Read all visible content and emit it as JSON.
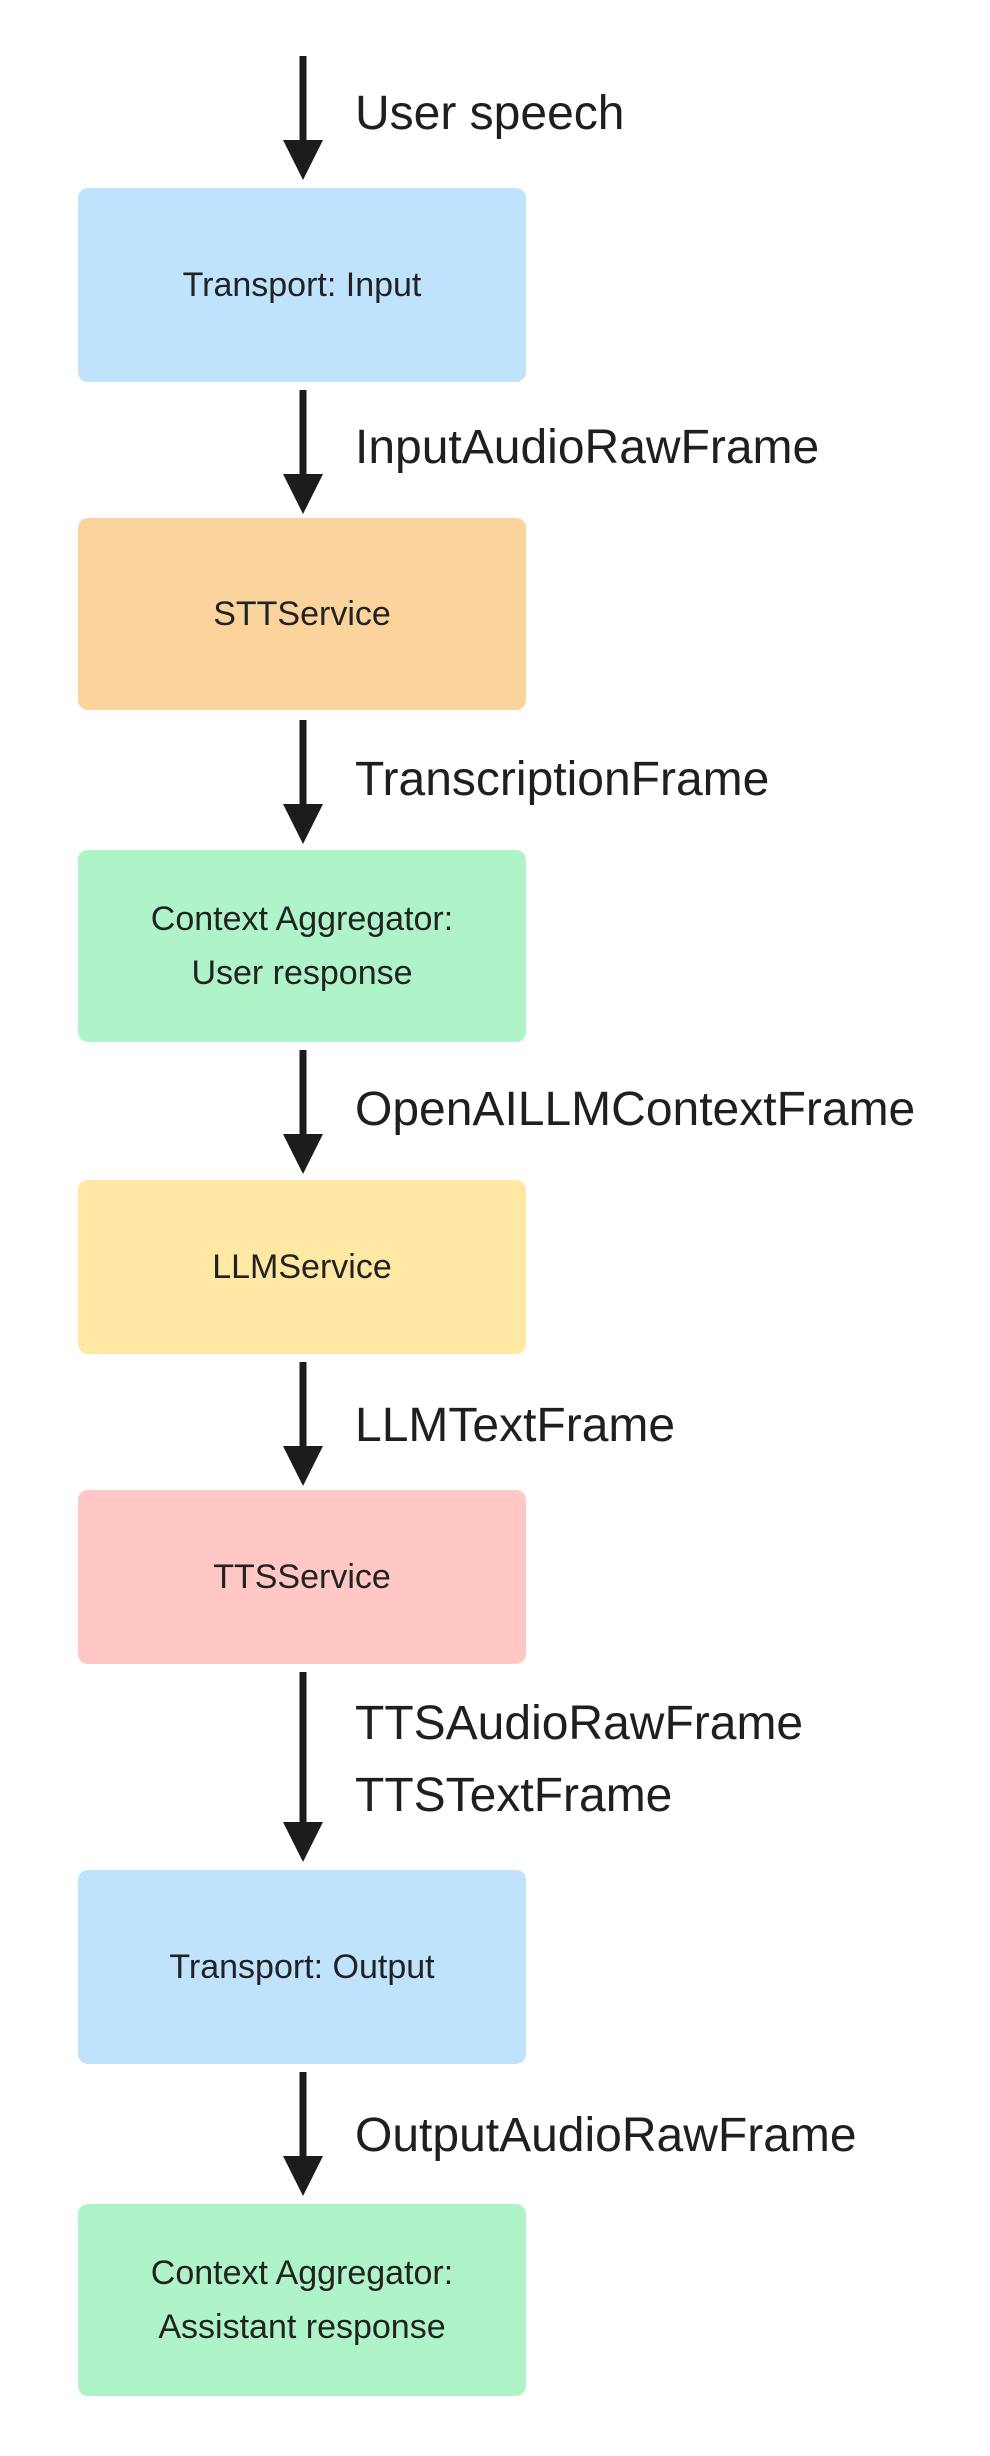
{
  "colors": {
    "transport": "#bfe3fd",
    "stt": "#fbd39d",
    "context": "#aef4c8",
    "llm": "#fee8a3",
    "tts": "#ffc8c4",
    "arrow": "#1c1c1c"
  },
  "nodes": [
    {
      "name": "transport-input",
      "lines": [
        "Transport: Input"
      ]
    },
    {
      "name": "stt-service",
      "lines": [
        "STTService"
      ]
    },
    {
      "name": "context-aggregator-user",
      "lines": [
        "Context Aggregator:",
        "User response"
      ]
    },
    {
      "name": "llm-service",
      "lines": [
        "LLMService"
      ]
    },
    {
      "name": "tts-service",
      "lines": [
        "TTSService"
      ]
    },
    {
      "name": "transport-output",
      "lines": [
        "Transport: Output"
      ]
    },
    {
      "name": "context-aggregator-assistant",
      "lines": [
        "Context Aggregator:",
        "Assistant response"
      ]
    }
  ],
  "edges": [
    {
      "labels": [
        "User speech"
      ]
    },
    {
      "labels": [
        "InputAudioRawFrame"
      ]
    },
    {
      "labels": [
        "TranscriptionFrame"
      ]
    },
    {
      "labels": [
        "OpenAILLMContextFrame"
      ]
    },
    {
      "labels": [
        "LLMTextFrame"
      ]
    },
    {
      "labels": [
        "TTSAudioRawFrame",
        "TTSTextFrame"
      ]
    },
    {
      "labels": [
        "OutputAudioRawFrame"
      ]
    }
  ]
}
